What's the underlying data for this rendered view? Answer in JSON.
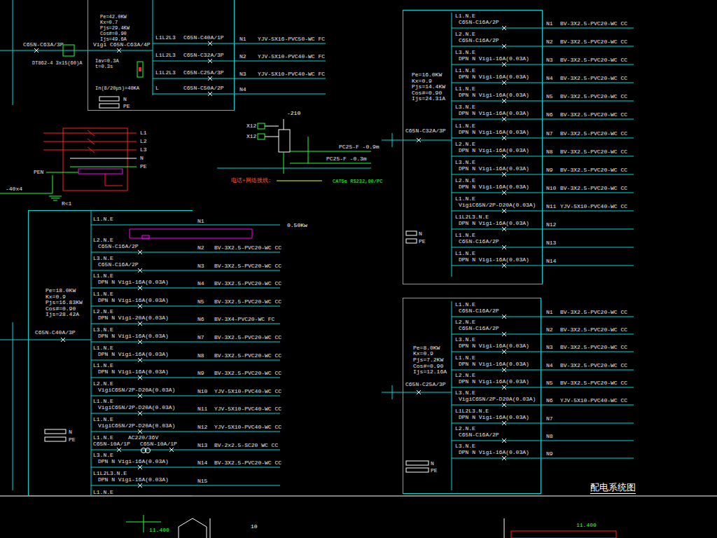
{
  "diagram": {
    "title": "配电系统图",
    "nodes": [
      {
        "text": [
          "Pe=42.0KW",
          "Kx=0.7",
          "Pjs=29.4KW",
          "Cos#=0.90",
          "Ijs=49.6A",
          "Vigi C65N-C63A/4P",
          "Iav=0.3A",
          "t=0.3s",
          "In(8/20μs)=40KA",
          "L1L2L3",
          "C65N-C40A/1P",
          "L1L2L3",
          "C65N-C32A/3P",
          "L1L2L3",
          "C65N-C25A/3P",
          "L",
          "C65N-C50A/2P",
          "N",
          "PE"
        ]
      },
      {
        "text": [
          "Pe=16.0KW",
          "Kx=0.9",
          "Pjs=14.4KW",
          "Cos#=0.90",
          "Ijs=24.31A",
          "C65N-C32A/3P",
          "L1.N.E",
          "C65N-C16A/2P",
          "L2.N.E",
          "C65N-C16A/2P",
          "L3.N.E",
          "DPN N Vigi-16A(0.03A)",
          "L1.N.E",
          "DPN N Vigi-16A(0.03A)",
          "L1.N.E",
          "DPN N Vigi-16A(0.03A)",
          "L3.N.E",
          "DPN N Vigi-16A(0.03A)",
          "L1.N.E",
          "DPN N Vigi-16A(0.03A)",
          "L2.N.E",
          "DPN N Vigi-16A(0.03A)",
          "L3.N.E",
          "DPN N Vigi-16A(0.03A)",
          "L2.N.E",
          "DPN N Vigi-16A(0.03A)",
          "L1.N.E",
          "VigiC65N/2P-D20A(0.03A)",
          "L1L2L3.N.E",
          "DPN N Vigi-16A(0.03A)",
          "L1.N.E",
          "C65N-C16A/2P",
          "L1.N.E",
          "DPN N Vigi-16A(0.03A)",
          "N",
          "PE"
        ]
      },
      {
        "text": [
          "Pe=18.0KW",
          "Kx=0.9",
          "Pjs=16.83KW",
          "Cos#=0.90",
          "Ijs=28.42A",
          "C65N-C40A/3P",
          "L1.N.E",
          "L2.N.E",
          "C65N-C16A/2P",
          "L3.N.E",
          "C65N-C16A/2P",
          "L1.N.E",
          "DPN N Vigi-16A(0.03A)",
          "L1.N.E",
          "DPN N Vigi-16A(0.03A)",
          "L2.N.E",
          "DPN N Vigi-20A(0.03A)",
          "L3.N.E",
          "DPN N Vigi-16A(0.03A)",
          "L1.N.E",
          "DPN N Vigi-16A(0.03A)",
          "L1.N.E",
          "DPN N Vigi-16A(0.03A)",
          "L2.N.E",
          "VigiC65N/2P-D20A(0.03A)",
          "L1.N.E",
          "VigiC65N/2P-D20A(0.03A)",
          "L1.N.E",
          "VigiC65N/2P-D20A(0.03A)",
          "L1.N.E",
          "AC220/36V",
          "C65N-10A/1P",
          "C65N-10A/1P",
          "L3.N.E",
          "DPN N Vigi-16A(0.03A)",
          "L1L2L3.N.E",
          "DPN N Vigi-16A(0.03A)",
          "L1.N.E",
          "N",
          "PE"
        ]
      },
      {
        "text": [
          "Pe=8.0KW",
          "Kx=0.9",
          "Pjs=7.2KW",
          "Cos#=0.90",
          "Ijs=12.16A",
          "C65N-C25A/3P",
          "L1.N.E",
          "C65N-C16A/2P",
          "L2.N.E",
          "C65N-C16A/2P",
          "L3.N.E",
          "DPN N Vigi-16A(0.03A)",
          "L1.N.E",
          "DPN N Vigi-16A(0.03A)",
          "L2.N.E",
          "DPN N Vigi-16A(0.03A)",
          "L3.N.E",
          "VigiC65N/2P-D20A(0.03A)",
          "L1L2L3.N.E",
          "DPN N Vigi-16A(0.03A)",
          "L2.N.E",
          "C65N-C16A/2P",
          "L3.N.E",
          "DPN N Vigi-16A(0.03A)",
          "N",
          "PE"
        ]
      }
    ],
    "labels": [
      "C65N-C63A/3P",
      "DT862-4 3x15(60)A",
      "N1",
      "YJV-5X16-PVC50-WC FC",
      "N2",
      "YJV-5X10-PVC40-WC FC",
      "N3",
      "YJV-5X10-PVC40-WC FC",
      "N4",
      "-210",
      "X12",
      "X12",
      "PC25-F -0.9m",
      "PC25-F -0.3m",
      "L1",
      "L2",
      "L3",
      "N",
      "PE",
      "PEN",
      "-40x4",
      "R<1",
      "电话+网络接线:",
      "CAT5e RS232,00/PC",
      "N1",
      "BV-3X2.5-PVC20-WC CC",
      "N2",
      "BV-3X2.5-PVC20-WC CC",
      "N3",
      "BV-3X2.5-PVC20-WC CC",
      "N4",
      "BV-3X2.5-PVC20-WC CC",
      "N5",
      "BV-3X2.5-PVC20-WC CC",
      "N6",
      "BV-3X2.5-PVC20-WC CC",
      "N7",
      "BV-3X2.5-PVC20-WC CC",
      "N8",
      "BV-3X2.5-PVC20-WC CC",
      "N9",
      "BV-3X2.5-PVC20-WC CC",
      "N10",
      "BV-3X2.5-PVC20-WC CC",
      "N11",
      "YJV-5X10-PVC40-WC CC",
      "N12",
      "N13",
      "N14",
      "N1",
      "0.50Kw",
      "N2",
      "BV-3X2.5-PVC20-WC CC",
      "N3",
      "BV-3X2.5-PVC20-WC CC",
      "N4",
      "BV-3X2.5-PVC20-WC CC",
      "N5",
      "BV-3X2.5-PVC20-WC CC",
      "N6",
      "BV-3X4-PVC20-WC FC",
      "N7",
      "BV-3X2.5-PVC20-WC CC",
      "N8",
      "BV-3X2.5-PVC20-WC CC",
      "N9",
      "BV-3X2.5-PVC20-WC CC",
      "N10",
      "YJV-5X10-PVC40-WC CC",
      "N11",
      "YJV-5X10-PVC40-WC CC",
      "N12",
      "YJV-5X10-PVC40-WC CC",
      "N13",
      "BV-2x2.5-SC20 WC CC",
      "N14",
      "BV-3X2.5-PVC20-WC CC",
      "N15",
      "N1",
      "BV-3X2.5-PVC20-WC CC",
      "N2",
      "BV-3X2.5-PVC20-WC CC",
      "N3",
      "BV-3X2.5-PVC20-WC CC",
      "N4",
      "BV-3X2.5-PVC20-WC CC",
      "N5",
      "BV-3X2.5-PVC20-WC CC",
      "N6",
      "YJV-5X10-PVC40-WC CC",
      "N7",
      "N8",
      "N9",
      "11.400",
      "10",
      "11.400"
    ]
  }
}
